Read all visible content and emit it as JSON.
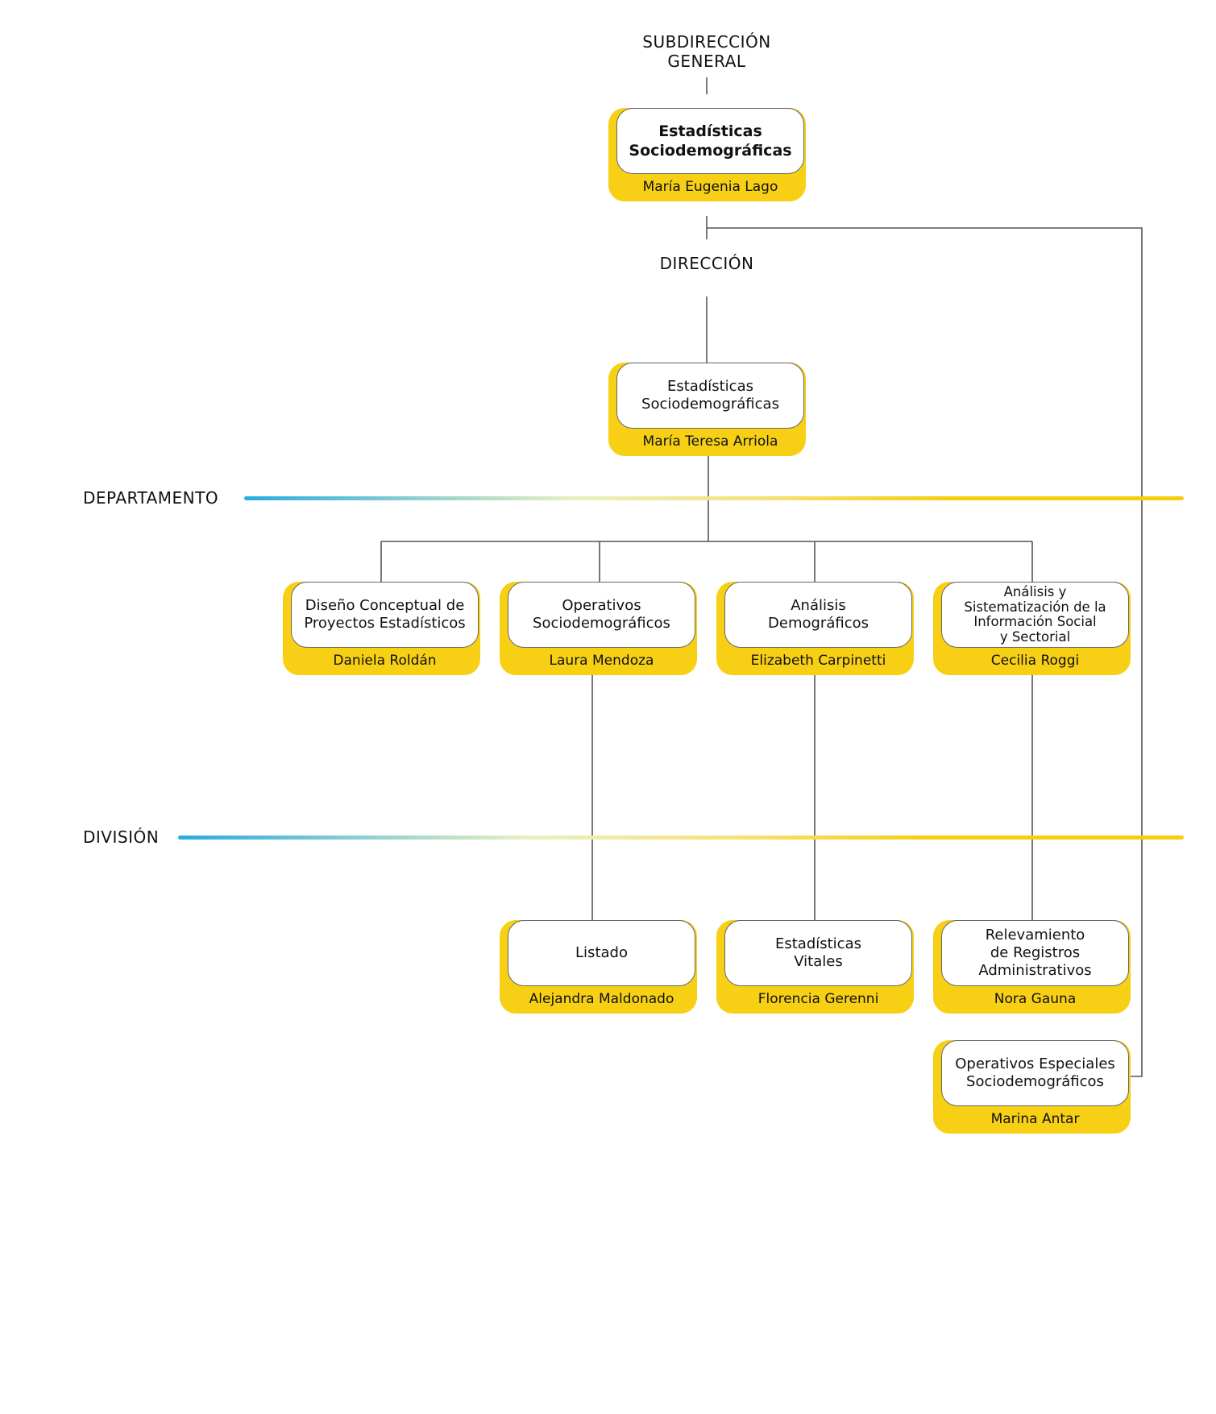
{
  "levels": {
    "subdireccion": "SUBDIRECCIÓN\nGENERAL",
    "direccion": "DIRECCIÓN",
    "departamento": "DEPARTAMENTO",
    "division": "DIVISIÓN"
  },
  "colors": {
    "accent_yellow": "#f7d016",
    "band_start_blue": "#29abe2",
    "connector_gray": "#555555",
    "box_border": "#666666"
  },
  "nodes": {
    "subdireccion_general": {
      "title": "Estadísticas\nSociodemográficas",
      "person": "María Eugenia Lago"
    },
    "direccion": {
      "title": "Estadísticas\nSociodemográficas",
      "person": "María Teresa Arriola"
    },
    "dep_diseno": {
      "title": "Diseño Conceptual de\nProyectos Estadísticos",
      "person": "Daniela Roldán"
    },
    "dep_operativos": {
      "title": "Operativos\nSociodemográficos",
      "person": "Laura Mendoza"
    },
    "dep_analisis": {
      "title": "Análisis\nDemográficos",
      "person": "Elizabeth Carpinetti"
    },
    "dep_sistematizacion": {
      "title": "Análisis y\nSistematización de la\nInformación Social\ny Sectorial",
      "person": "Cecilia Roggi"
    },
    "div_listado": {
      "title": "Listado",
      "person": "Alejandra Maldonado"
    },
    "div_vitales": {
      "title": "Estadísticas\nVitales",
      "person": "Florencia Gerenni"
    },
    "div_relevamiento": {
      "title": "Relevamiento\nde Registros\nAdministrativos",
      "person": "Nora Gauna"
    },
    "div_operativos_especiales": {
      "title": "Operativos Especiales\nSociodemográficos",
      "person": "Marina Antar"
    }
  }
}
